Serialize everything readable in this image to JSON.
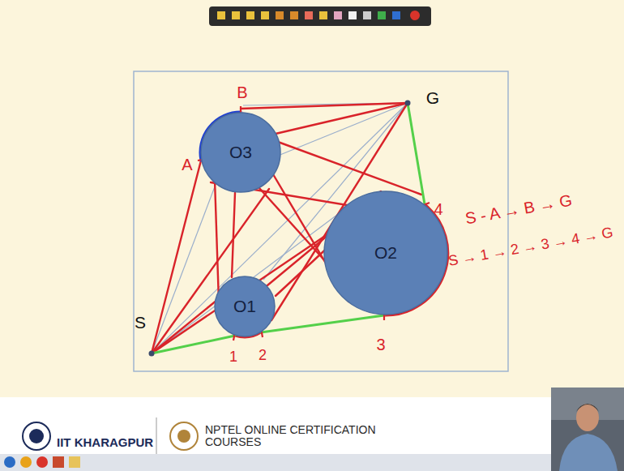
{
  "diagram": {
    "nodes": [
      {
        "text": [
          "O3"
        ]
      },
      {
        "text": [
          "O2"
        ]
      },
      {
        "text": [
          "O1"
        ]
      }
    ],
    "labels": [
      "B",
      "G",
      "A",
      "S - A → B → G",
      "4",
      "S → 1 → 2 → 3 → 4 → G",
      "S",
      "1",
      "2",
      "3",
      "IIT KHARAGPUR",
      "NPTEL ONLINE CERTIFICATION COURSES"
    ]
  }
}
